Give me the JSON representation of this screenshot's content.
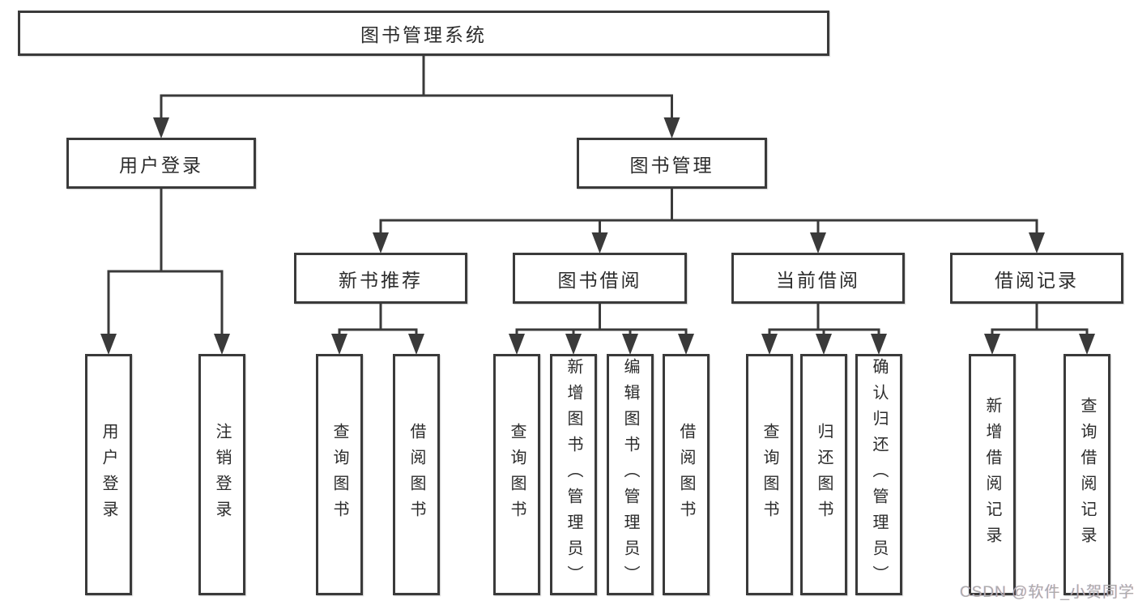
{
  "diagram": {
    "title": "图书管理系统",
    "watermark": "CSDN @软件_小贺同学",
    "colors": {
      "line": "#3a3a3a",
      "box_border": "#3a3a3a",
      "box_fill": "#ffffff",
      "text": "#2b2b2b",
      "watermark": "#adadad",
      "background": "#ffffff"
    },
    "nodes": [
      {
        "id": "root",
        "label": "图书管理系统",
        "parent": null,
        "orientation": "horizontal"
      },
      {
        "id": "user-login",
        "label": "用户登录",
        "parent": "root",
        "orientation": "horizontal"
      },
      {
        "id": "book-management",
        "label": "图书管理",
        "parent": "root",
        "orientation": "horizontal"
      },
      {
        "id": "new-book-recommend",
        "label": "新书推荐",
        "parent": "book-management",
        "orientation": "horizontal"
      },
      {
        "id": "book-borrow",
        "label": "图书借阅",
        "parent": "book-management",
        "orientation": "horizontal"
      },
      {
        "id": "current-borrow",
        "label": "当前借阅",
        "parent": "book-management",
        "orientation": "horizontal"
      },
      {
        "id": "borrow-records",
        "label": "借阅记录",
        "parent": "book-management",
        "orientation": "horizontal"
      },
      {
        "id": "user-login-action",
        "label": "用户登录",
        "parent": "user-login",
        "orientation": "vertical"
      },
      {
        "id": "logout-action",
        "label": "注销登录",
        "parent": "user-login",
        "orientation": "vertical"
      },
      {
        "id": "nbr-query-books",
        "label": "查询图书",
        "parent": "new-book-recommend",
        "orientation": "vertical"
      },
      {
        "id": "nbr-borrow-books",
        "label": "借阅图书",
        "parent": "new-book-recommend",
        "orientation": "vertical"
      },
      {
        "id": "bb-query-books",
        "label": "查询图书",
        "parent": "book-borrow",
        "orientation": "vertical"
      },
      {
        "id": "bb-add-books",
        "label": "新增图书（管理员）",
        "parent": "book-borrow",
        "orientation": "vertical"
      },
      {
        "id": "bb-edit-books",
        "label": "编辑图书（管理员）",
        "parent": "book-borrow",
        "orientation": "vertical"
      },
      {
        "id": "bb-borrow-books",
        "label": "借阅图书",
        "parent": "book-borrow",
        "orientation": "vertical"
      },
      {
        "id": "cb-query-books",
        "label": "查询图书",
        "parent": "current-borrow",
        "orientation": "vertical"
      },
      {
        "id": "cb-return-books",
        "label": "归还图书",
        "parent": "current-borrow",
        "orientation": "vertical"
      },
      {
        "id": "cb-confirm-return",
        "label": "确认归还（管理员）",
        "parent": "current-borrow",
        "orientation": "vertical"
      },
      {
        "id": "br-add-record",
        "label": "新增借阅记录",
        "parent": "borrow-records",
        "orientation": "vertical"
      },
      {
        "id": "br-query-record",
        "label": "查询借阅记录",
        "parent": "borrow-records",
        "orientation": "vertical"
      }
    ]
  }
}
